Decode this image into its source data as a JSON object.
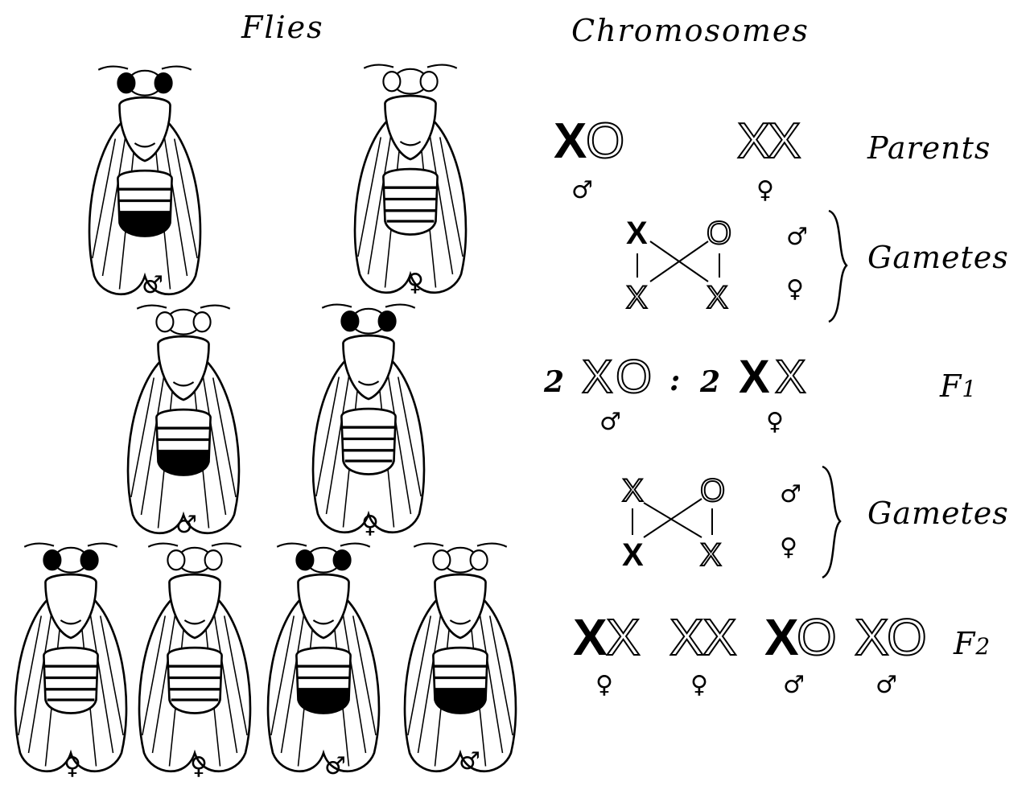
{
  "headers": {
    "flies": "Flies",
    "chromosomes": "Chromosomes"
  },
  "labels": {
    "parents": "Parents",
    "gametes_1": "Gametes",
    "f1_prefix": "F",
    "f1_sub": "1",
    "gametes_2": "Gametes",
    "f2_prefix": "F",
    "f2_sub": "2"
  },
  "symbols": {
    "male": "♂",
    "female": "♀"
  },
  "parents": {
    "male": {
      "a": "X",
      "b": "O",
      "sex": "♂"
    },
    "female": {
      "a": "X",
      "b": "X",
      "sex": "♀"
    }
  },
  "gametes_1": {
    "top_left": "X",
    "top_right": "O",
    "bottom_left": "X",
    "bottom_right": "X",
    "top_sex": "♂",
    "bottom_sex": "♀"
  },
  "f1": {
    "left_count": "2",
    "left_a": "X",
    "left_b": "O",
    "left_sex": "♂",
    "ratio_sep": ":",
    "right_count": "2",
    "right_a": "X",
    "right_b": "X",
    "right_sex": "♀"
  },
  "gametes_2": {
    "top_left": "X",
    "top_right": "O",
    "bottom_left": "X",
    "bottom_right": "X",
    "top_sex": "♂",
    "bottom_sex": "♀"
  },
  "f2": [
    {
      "a": "X",
      "b": "X",
      "sex": "♀"
    },
    {
      "a": "X",
      "b": "X",
      "sex": "♀"
    },
    {
      "a": "X",
      "b": "O",
      "sex": "♂"
    },
    {
      "a": "X",
      "b": "O",
      "sex": "♂"
    }
  ],
  "flies": [
    {
      "sex": "♂",
      "dark_eye": true,
      "dark_abdomen": true
    },
    {
      "sex": "♀",
      "dark_eye": false,
      "dark_abdomen": false
    },
    {
      "sex": "♂",
      "dark_eye": false,
      "dark_abdomen": true
    },
    {
      "sex": "♀",
      "dark_eye": true,
      "dark_abdomen": false
    },
    {
      "sex": "♀",
      "dark_eye": true,
      "dark_abdomen": false
    },
    {
      "sex": "♀",
      "dark_eye": false,
      "dark_abdomen": false
    },
    {
      "sex": "♂",
      "dark_eye": true,
      "dark_abdomen": true
    },
    {
      "sex": "♂",
      "dark_eye": false,
      "dark_abdomen": true
    }
  ]
}
